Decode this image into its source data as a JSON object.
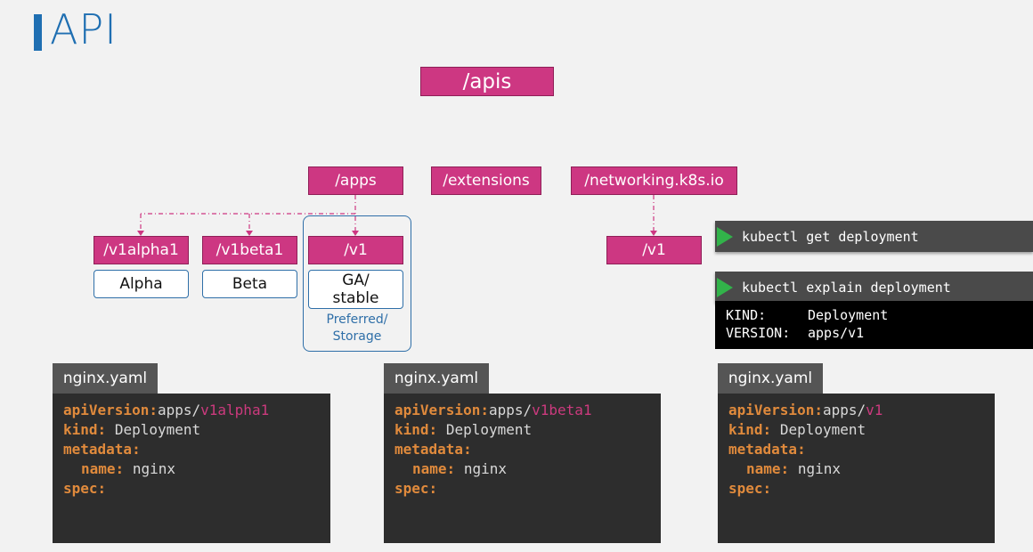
{
  "slide": {
    "title": "API"
  },
  "tree": {
    "root": "/apis",
    "groups": [
      "/apps",
      "/extensions",
      "/networking.k8s.io"
    ],
    "apps_versions": [
      {
        "path": "/v1alpha1",
        "stage": "Alpha"
      },
      {
        "path": "/v1beta1",
        "stage": "Beta"
      },
      {
        "path": "/v1",
        "stage": "GA/\nstable"
      }
    ],
    "preferred_caption": "Preferred/\nStorage",
    "networking_version": "/v1"
  },
  "colors": {
    "accent_pink": "#cd3782",
    "blue": "#1f6fb2",
    "play_green": "#32b34a"
  },
  "terminal": {
    "cmd_get": "kubectl get deployment",
    "cmd_explain": "kubectl explain deployment",
    "output": [
      {
        "key": "KIND:",
        "value": "Deployment"
      },
      {
        "key": "VERSION:",
        "value": "apps/v1"
      }
    ]
  },
  "yamls": [
    {
      "filename": "nginx.yaml",
      "api_prefix": "apps/",
      "api_version": "v1alpha1",
      "kind": "Deployment",
      "name": "nginx"
    },
    {
      "filename": "nginx.yaml",
      "api_prefix": "apps/",
      "api_version": "v1beta1",
      "kind": "Deployment",
      "name": "nginx"
    },
    {
      "filename": "nginx.yaml",
      "api_prefix": "apps/",
      "api_version": "v1",
      "kind": "Deployment",
      "name": "nginx"
    }
  ],
  "yaml_keys": {
    "api": "apiVersion:",
    "kind": "kind:",
    "metadata": "metadata:",
    "name": "name:",
    "spec": "spec:"
  }
}
